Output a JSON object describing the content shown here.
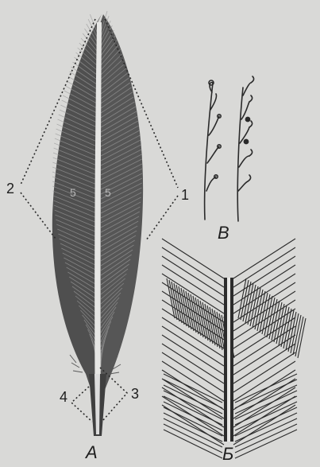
{
  "figure": {
    "panel_labels": {
      "a": "А",
      "b": "Б",
      "v": "В"
    },
    "callouts": {
      "c1": "1",
      "c2": "2",
      "c3": "3",
      "c4": "4",
      "c5a": "5",
      "c5b": "5"
    }
  },
  "colors": {
    "background": "#d9d9d7",
    "ink": "#1e1e1e",
    "feather": "#5a5a5a"
  }
}
